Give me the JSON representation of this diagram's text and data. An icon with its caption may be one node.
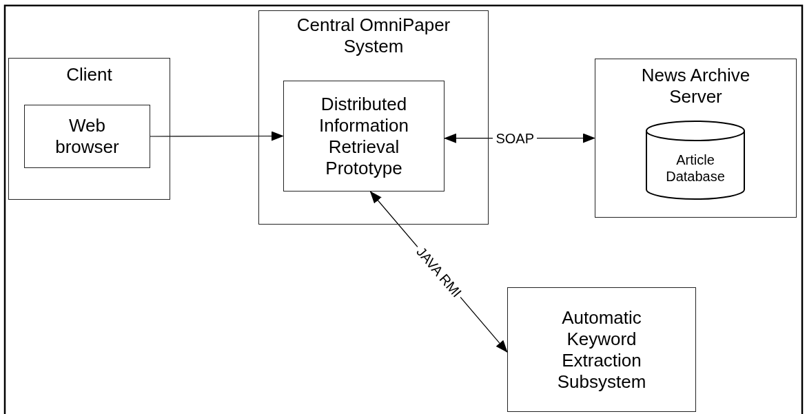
{
  "diagram": {
    "nodes": [
      {
        "text": [
          "Client"
        ]
      },
      {
        "text": [
          "Web browser"
        ],
        "in": 0
      },
      {
        "text": [
          "Central OmniPaper System"
        ]
      },
      {
        "text": [
          "Distributed Information Retrieval Prototype"
        ],
        "in": 2
      },
      {
        "text": [
          "News Archive Server"
        ]
      },
      {
        "text": [
          "Article Database"
        ],
        "in": 4
      },
      {
        "text": [
          "Automatic Keyword Extraction Subsystem"
        ]
      }
    ],
    "edges": [
      {
        "from": 1,
        "to": 3,
        "arrow": "to"
      },
      {
        "from": 3,
        "to": 4,
        "arrow": "both",
        "label": "SOAP"
      },
      {
        "from": 3,
        "to": 6,
        "arrow": "both",
        "label": "JAVA RMI"
      }
    ]
  }
}
